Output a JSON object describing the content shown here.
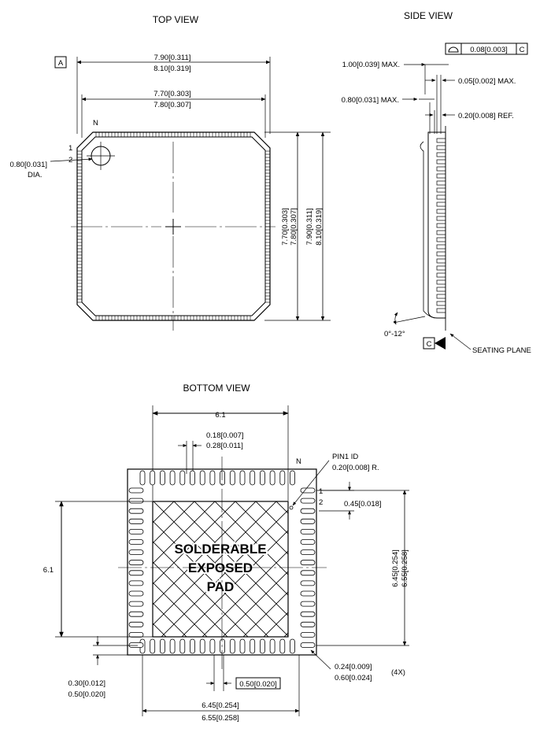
{
  "top_view": {
    "title": "TOP VIEW",
    "datum_a": "A",
    "pin_n": "N",
    "pin_1": "1",
    "pin_2": "2",
    "width_outer": [
      "7.90[0.311]",
      "8.10[0.319]"
    ],
    "width_inner": [
      "7.70[0.303]",
      "7.80[0.307]"
    ],
    "height_inner": [
      "7.70[0.303]",
      "7.80[0.307]"
    ],
    "height_outer": [
      "7.90[0.311]",
      "8.10[0.319]"
    ],
    "pin1_dia": [
      "0.80[0.031]",
      "DIA."
    ]
  },
  "side_view": {
    "title": "SIDE VIEW",
    "flatness_value": "0.08[0.003]",
    "flatness_datum": "C",
    "max_height": "1.00[0.039] MAX.",
    "standoff": "0.05[0.002] MAX.",
    "body_height": "0.80[0.031] MAX.",
    "lead_thickness": "0.20[0.008] REF.",
    "angle": "0°-12°",
    "datum_c": "C",
    "seating_plane": "SEATING PLANE"
  },
  "bottom_view": {
    "title": "BOTTOM VIEW",
    "pad_width": "6.1",
    "pad_height": "6.1",
    "lead_width": [
      "0.18[0.007]",
      "0.28[0.011]"
    ],
    "pin_n": "N",
    "pin1_id": [
      "PIN1 ID",
      "0.20[0.008] R."
    ],
    "pin_1": "1",
    "pin_2": "2",
    "pin1_offset": "0.45[0.018]",
    "pad_label": [
      "SOLDERABLE",
      "EXPOSED",
      "PAD"
    ],
    "span_vertical": [
      "6.45[0.254]",
      "6.55[0.258]"
    ],
    "span_horizontal": [
      "6.45[0.254]",
      "6.55[0.258]"
    ],
    "corner_chamfer": [
      "0.24[0.009]",
      "0.60[0.024]"
    ],
    "corner_qty": "(4X)",
    "lead_length": [
      "0.30[0.012]",
      "0.50[0.020]"
    ],
    "pitch": "0.50[0.020]"
  }
}
